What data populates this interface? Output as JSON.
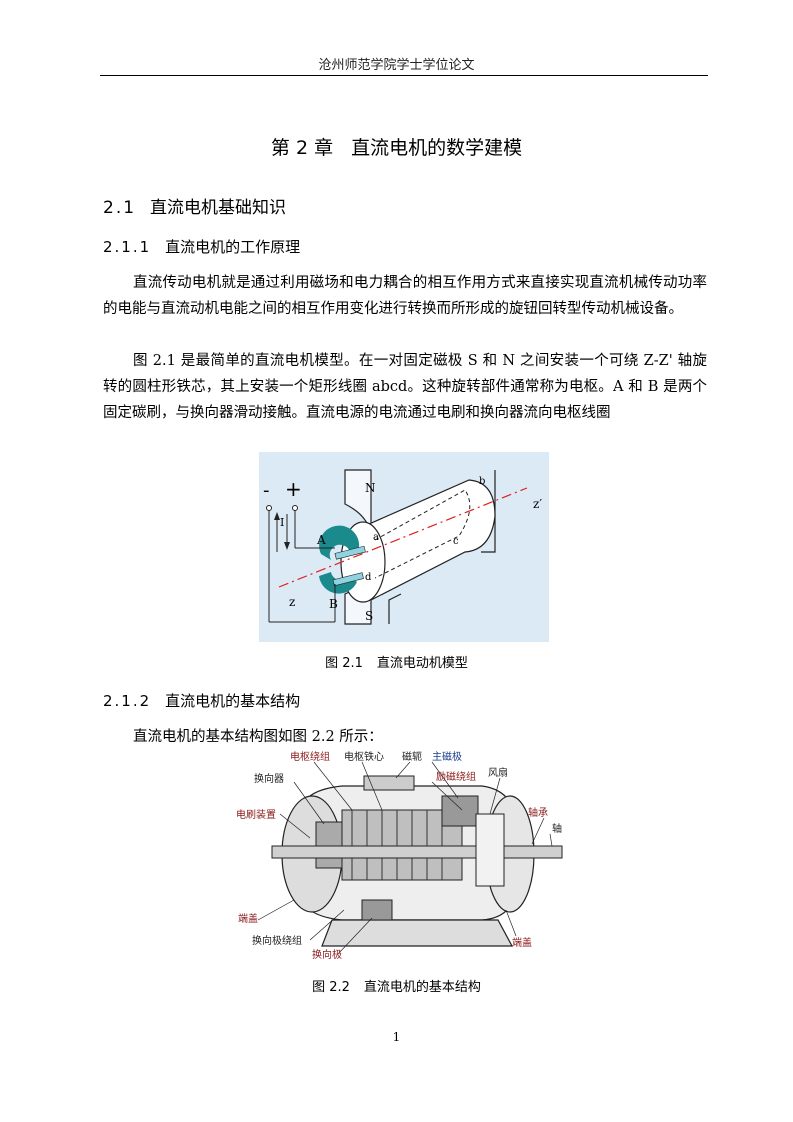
{
  "header": {
    "text": "沧州师范学院学士学位论文"
  },
  "chapter": {
    "number": "第 2 章",
    "title": "直流电机的数学建模"
  },
  "section_2_1": {
    "number": "2.1",
    "title": "直流电机基础知识"
  },
  "section_2_1_1": {
    "number": "2.1.1",
    "title": "直流电机的工作原理"
  },
  "paragraphs": {
    "p1": "直流传动电机就是通过利用磁场和电力耦合的相互作用方式来直接实现直流机械传动功率的电能与直流动机电能之间的相互作用变化进行转换而所形成的旋钮回转型传动机械设备。",
    "p2": "图 2.1 是最简单的直流电机模型。在一对固定磁极 S 和 N 之间安装一个可绕 Z-Z' 轴旋转的圆柱形铁芯，其上安装一个矩形线圈 abcd。这种旋转部件通常称为电枢。A 和 B 是两个固定碳刷，与换向器滑动接触。直流电源的电流通过电刷和换向器流向电枢线圈",
    "p3": "直流电机的基本结构图如图 2.2 所示："
  },
  "figure_1": {
    "caption_number": "图 2.1",
    "caption_title": "直流电动机模型",
    "labels": {
      "minus": "-",
      "plus": "+",
      "current": "I",
      "brush_a": "A",
      "brush_b": "B",
      "pole_n": "N",
      "pole_s": "S",
      "coil_a": "a",
      "coil_b": "b",
      "coil_c": "c",
      "coil_d": "d",
      "axis_z": "z",
      "axis_z_prime": "z′"
    },
    "colors": {
      "background": "#dceaf6",
      "commutator": "#1b8a8c",
      "axis": "#e02020"
    }
  },
  "section_2_1_2": {
    "number": "2.1.2",
    "title": "直流电机的基本结构"
  },
  "figure_2": {
    "caption_number": "图 2.2",
    "caption_title": "直流电机的基本结构",
    "labels": {
      "armature_winding": "电枢绕组",
      "armature_core": "电枢铁心",
      "yoke": "磁轭",
      "main_pole": "主磁极",
      "commutator": "换向器",
      "field_winding": "励磁绕组",
      "fan": "风扇",
      "brush_device": "电刷装置",
      "bearing": "轴承",
      "shaft": "轴",
      "end_cover_left": "端盖",
      "interpole_winding": "换向极绕组",
      "interpole": "换向极",
      "end_cover_right": "端盖"
    }
  },
  "page_number": "1"
}
